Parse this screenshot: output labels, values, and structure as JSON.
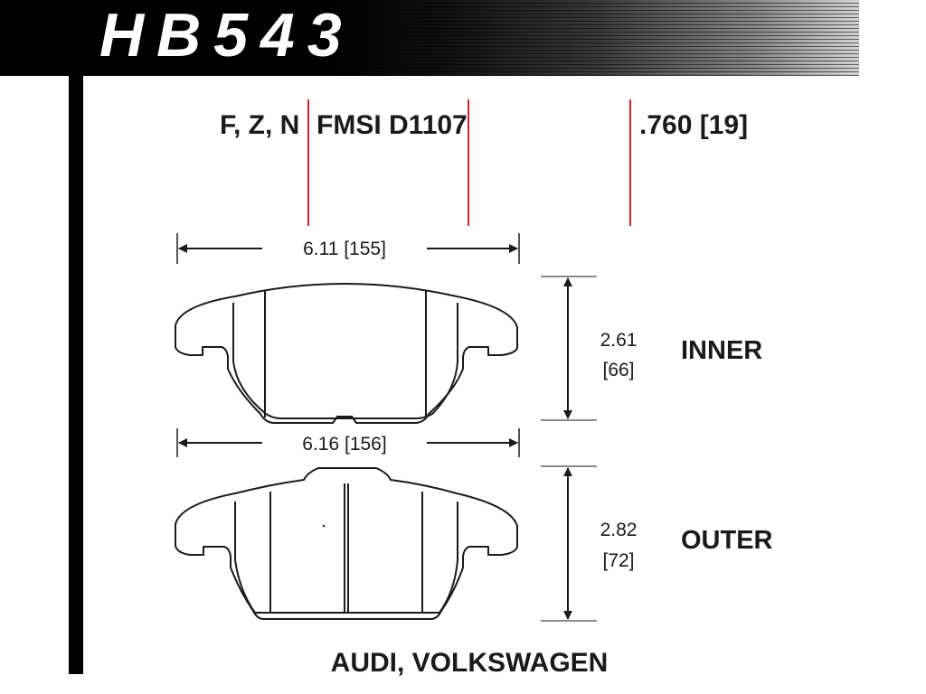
{
  "header": {
    "part_number": "HB543"
  },
  "specs": {
    "compounds": "F, Z, N",
    "fmsi": "FMSI D1107",
    "thickness": ".760 [19]"
  },
  "inner_pad": {
    "width_label": "6.11 [155]",
    "height_in": "2.61",
    "height_mm": "[66]",
    "side_label": "INNER"
  },
  "outer_pad": {
    "width_label": "6.16 [156]",
    "height_in": "2.82",
    "height_mm": "[72]",
    "side_label": "OUTER"
  },
  "footer": {
    "applications": "AUDI, VOLKSWAGEN"
  },
  "colors": {
    "divider_red": "#d4202a",
    "line": "#1a1a1a"
  }
}
